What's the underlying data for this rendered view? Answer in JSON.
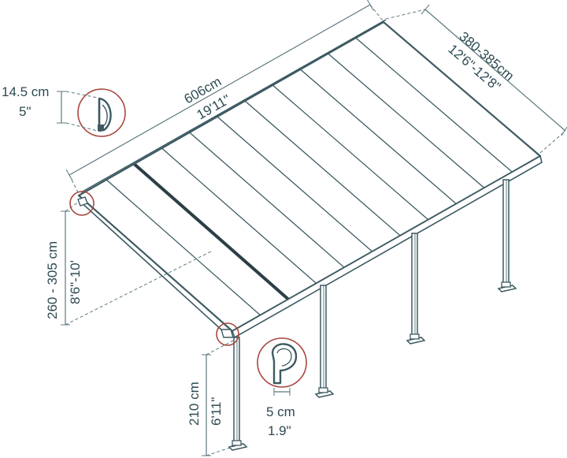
{
  "colors": {
    "line": "#3d5a62",
    "dim_line": "#5d7880",
    "accent_circle": "#a8473f",
    "text": "#2d4a52",
    "panel_fill": "#ffffff",
    "panel_dark": "#2b3f45"
  },
  "dimensions": {
    "length_metric": "606cm",
    "length_imperial": "19'11\"",
    "depth_metric": "380-385cm",
    "depth_imperial": "12'6\"-12'8\"",
    "rear_height_metric": "260 - 305 cm",
    "rear_height_imperial": "8'6\"-10'",
    "front_height_metric": "210 cm",
    "front_height_imperial": "6'11\"",
    "gutter_height_metric": "14.5 cm",
    "gutter_height_imperial": "5\"",
    "post_width_metric": "5 cm",
    "post_width_imperial": "1.9\""
  },
  "structure": {
    "panel_count": 11,
    "post_count": 4
  }
}
